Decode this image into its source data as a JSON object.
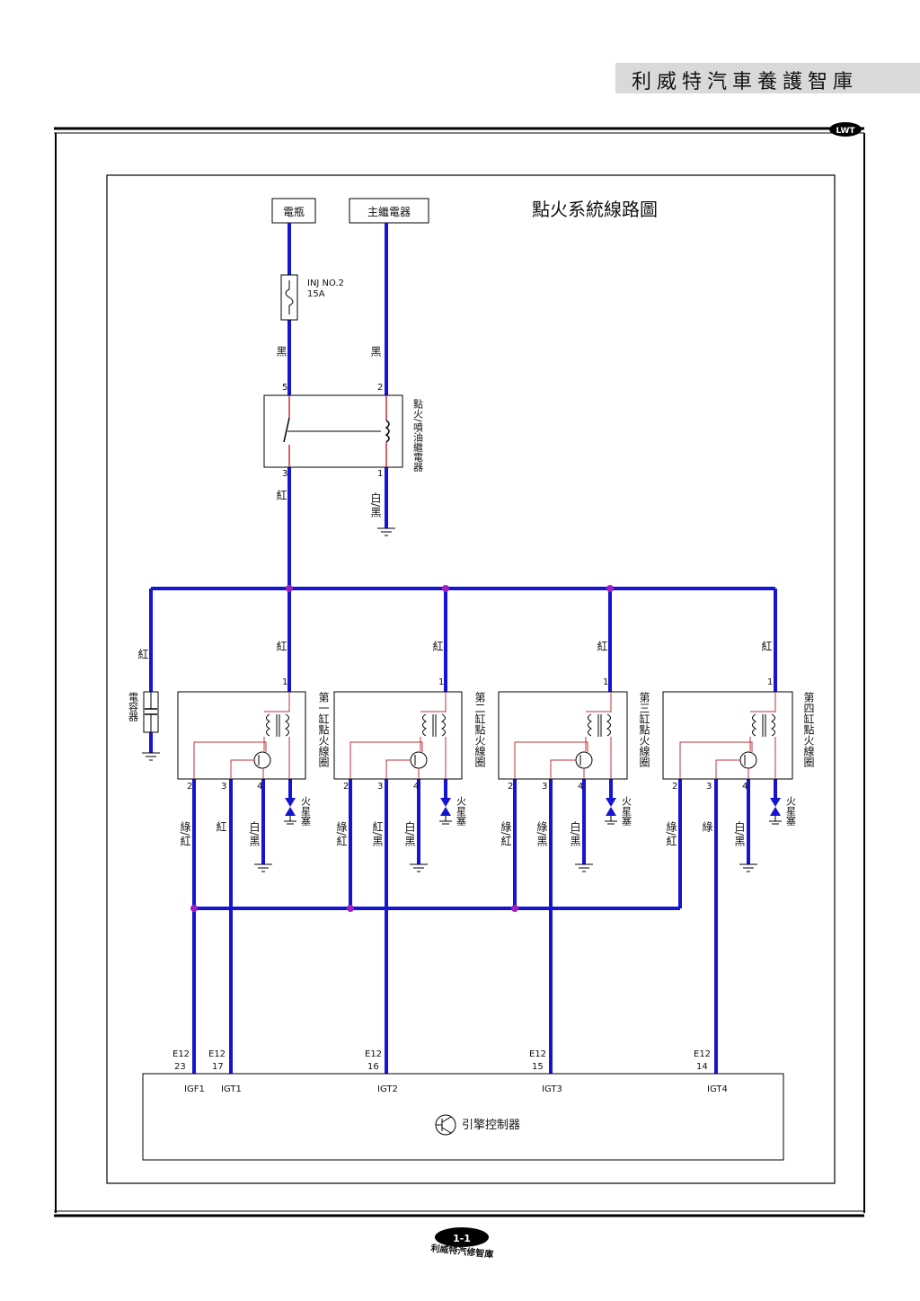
{
  "header": {
    "brand": "利威特汽車養護智庫",
    "logo_text": "LWT"
  },
  "diagram": {
    "title": "點火系統線路圖",
    "battery": "電瓶",
    "main_relay": "主繼電器",
    "fuse": {
      "name": "INJ NO.2",
      "rating": "15A"
    },
    "relay_label": "點火/噴油繼電器",
    "relay_pins": {
      "p5": "5",
      "p2": "2",
      "p3": "3",
      "p1": "1"
    },
    "wires": {
      "black": "黑",
      "red": "紅",
      "white_black": "白/黑",
      "green_red": "綠/紅",
      "green": "綠",
      "green_black": "綠/黑",
      "red_black": "紅/黑"
    },
    "capacitor": "電容器",
    "spark_plug": "火星塞",
    "coils": [
      {
        "label": "第一缸點火線圈",
        "p1": "1",
        "p2": "2",
        "p3": "3",
        "p4": "4"
      },
      {
        "label": "第二缸點火線圈",
        "p1": "1",
        "p2": "2",
        "p3": "3",
        "p4": "4"
      },
      {
        "label": "第三缸點火線圈",
        "p1": "1",
        "p2": "2",
        "p3": "3",
        "p4": "4"
      },
      {
        "label": "第四缸點火線圈",
        "p1": "1",
        "p2": "2",
        "p3": "3",
        "p4": "4"
      }
    ],
    "coil_wire_labels": [
      {
        "a": "綠/紅",
        "b": "紅",
        "c": "白/黑"
      },
      {
        "a": "綠/紅",
        "b": "紅/黑",
        "c": "白/黑"
      },
      {
        "a": "綠/紅",
        "b": "綠/黑",
        "c": "白/黑"
      },
      {
        "a": "綠/紅",
        "b": "綠",
        "c": "白/黑"
      }
    ],
    "ecu_connectors": [
      {
        "conn": "E12",
        "pin": "23",
        "signal": "IGF1"
      },
      {
        "conn": "E12",
        "pin": "17",
        "signal": "IGT1"
      },
      {
        "conn": "E12",
        "pin": "16",
        "signal": "IGT2"
      },
      {
        "conn": "E12",
        "pin": "15",
        "signal": "IGT3"
      },
      {
        "conn": "E12",
        "pin": "14",
        "signal": "IGT4"
      }
    ],
    "ecu_label": "引擎控制器",
    "colors": {
      "wire": "#1414d2",
      "internal": "#c0303a",
      "junction": "#a020c0"
    }
  },
  "footer": {
    "page": "1-1",
    "brand": "利威特汽修智庫"
  }
}
